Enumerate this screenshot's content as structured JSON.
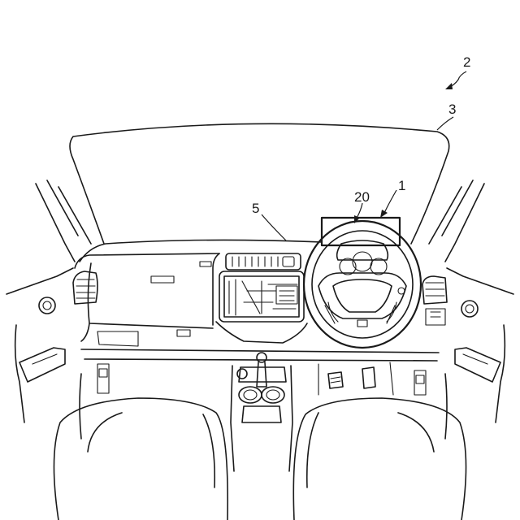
{
  "figure": {
    "labels": {
      "vehicle": "2",
      "windshield": "3",
      "display_unit": "1",
      "display_area": "20",
      "instrument_panel": "5"
    }
  }
}
